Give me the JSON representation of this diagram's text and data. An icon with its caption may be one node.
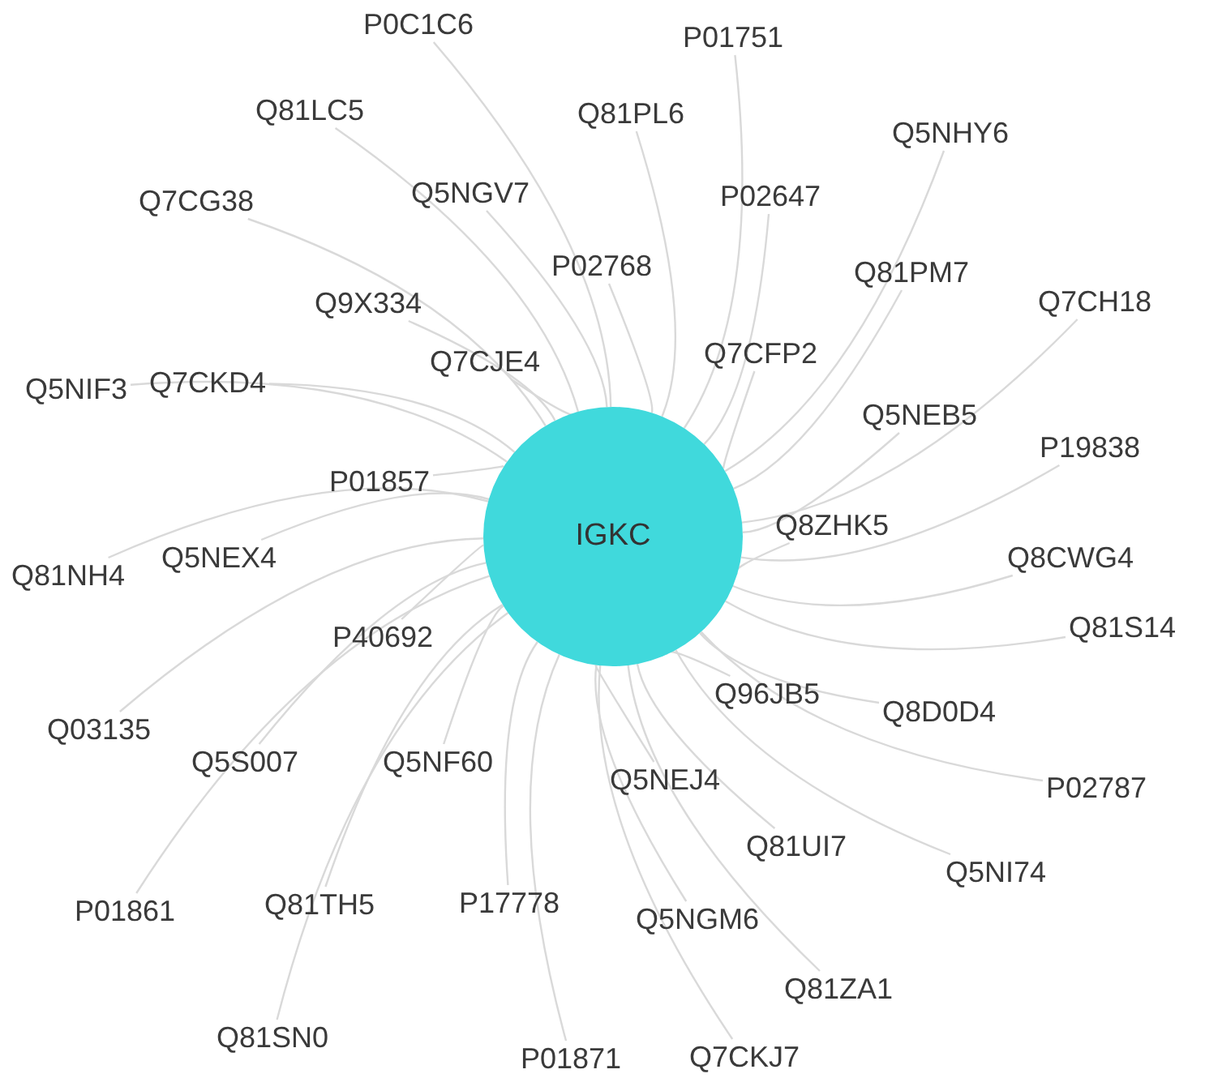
{
  "diagram": {
    "nodes": [
      {
        "text": [
          "IGKC"
        ]
      },
      {
        "text": [
          "P0C1C6"
        ]
      },
      {
        "text": [
          "P01751"
        ]
      },
      {
        "text": [
          "Q81LC5"
        ]
      },
      {
        "text": [
          "Q81PL6"
        ]
      },
      {
        "text": [
          "Q5NHY6"
        ]
      },
      {
        "text": [
          "Q7CG38"
        ]
      },
      {
        "text": [
          "Q5NGV7"
        ]
      },
      {
        "text": [
          "P02647"
        ]
      },
      {
        "text": [
          "P02768"
        ]
      },
      {
        "text": [
          "Q81PM7"
        ]
      },
      {
        "text": [
          "Q7CH18"
        ]
      },
      {
        "text": [
          "Q9X334"
        ]
      },
      {
        "text": [
          "Q7CFP2"
        ]
      },
      {
        "text": [
          "Q7CJE4"
        ]
      },
      {
        "text": [
          "Q5NIF3"
        ]
      },
      {
        "text": [
          "Q7CKD4"
        ]
      },
      {
        "text": [
          "Q5NEB5"
        ]
      },
      {
        "text": [
          "P19838"
        ]
      },
      {
        "text": [
          "P01857"
        ]
      },
      {
        "text": [
          "Q8ZHK5"
        ]
      },
      {
        "text": [
          "Q8CWG4"
        ]
      },
      {
        "text": [
          "Q5NEX4"
        ]
      },
      {
        "text": [
          "Q81NH4"
        ]
      },
      {
        "text": [
          "Q81S14"
        ]
      },
      {
        "text": [
          "P40692"
        ]
      },
      {
        "text": [
          "Q96JB5"
        ]
      },
      {
        "text": [
          "Q8D0D4"
        ]
      },
      {
        "text": [
          "Q03135"
        ]
      },
      {
        "text": [
          "Q5S007"
        ]
      },
      {
        "text": [
          "Q5NF60"
        ]
      },
      {
        "text": [
          "Q5NEJ4"
        ]
      },
      {
        "text": [
          "P02787"
        ]
      },
      {
        "text": [
          "Q81UI7"
        ]
      },
      {
        "text": [
          "Q5NI74"
        ]
      },
      {
        "text": [
          "P01861"
        ]
      },
      {
        "text": [
          "Q81TH5"
        ]
      },
      {
        "text": [
          "P17778"
        ]
      },
      {
        "text": [
          "Q5NGM6"
        ]
      },
      {
        "text": [
          "Q81ZA1"
        ]
      },
      {
        "text": [
          "Q81SN0"
        ]
      },
      {
        "text": [
          "P01871"
        ]
      },
      {
        "text": [
          "Q7CKJ7"
        ]
      }
    ],
    "edges": [
      {
        "from": 0,
        "to": 1,
        "arrow": "none"
      },
      {
        "from": 0,
        "to": 2,
        "arrow": "none"
      },
      {
        "from": 0,
        "to": 3,
        "arrow": "none"
      },
      {
        "from": 0,
        "to": 4,
        "arrow": "none"
      },
      {
        "from": 0,
        "to": 5,
        "arrow": "none"
      },
      {
        "from": 0,
        "to": 6,
        "arrow": "none"
      },
      {
        "from": 0,
        "to": 7,
        "arrow": "none"
      },
      {
        "from": 0,
        "to": 8,
        "arrow": "none"
      },
      {
        "from": 0,
        "to": 9,
        "arrow": "none"
      },
      {
        "from": 0,
        "to": 10,
        "arrow": "none"
      },
      {
        "from": 0,
        "to": 11,
        "arrow": "none"
      },
      {
        "from": 0,
        "to": 12,
        "arrow": "none"
      },
      {
        "from": 0,
        "to": 13,
        "arrow": "none"
      },
      {
        "from": 0,
        "to": 14,
        "arrow": "none"
      },
      {
        "from": 0,
        "to": 15,
        "arrow": "none"
      },
      {
        "from": 0,
        "to": 16,
        "arrow": "none"
      },
      {
        "from": 0,
        "to": 17,
        "arrow": "none"
      },
      {
        "from": 0,
        "to": 18,
        "arrow": "none"
      },
      {
        "from": 0,
        "to": 19,
        "arrow": "none"
      },
      {
        "from": 0,
        "to": 20,
        "arrow": "none"
      },
      {
        "from": 0,
        "to": 21,
        "arrow": "none"
      },
      {
        "from": 0,
        "to": 22,
        "arrow": "none"
      },
      {
        "from": 0,
        "to": 23,
        "arrow": "none"
      },
      {
        "from": 0,
        "to": 24,
        "arrow": "none"
      },
      {
        "from": 0,
        "to": 25,
        "arrow": "none"
      },
      {
        "from": 0,
        "to": 26,
        "arrow": "none"
      },
      {
        "from": 0,
        "to": 27,
        "arrow": "none"
      },
      {
        "from": 0,
        "to": 28,
        "arrow": "none"
      },
      {
        "from": 0,
        "to": 29,
        "arrow": "none"
      },
      {
        "from": 0,
        "to": 30,
        "arrow": "none"
      },
      {
        "from": 0,
        "to": 31,
        "arrow": "none"
      },
      {
        "from": 0,
        "to": 32,
        "arrow": "none"
      },
      {
        "from": 0,
        "to": 33,
        "arrow": "none"
      },
      {
        "from": 0,
        "to": 34,
        "arrow": "none"
      },
      {
        "from": 0,
        "to": 35,
        "arrow": "none"
      },
      {
        "from": 0,
        "to": 36,
        "arrow": "none"
      },
      {
        "from": 0,
        "to": 37,
        "arrow": "none"
      },
      {
        "from": 0,
        "to": 38,
        "arrow": "none"
      },
      {
        "from": 0,
        "to": 39,
        "arrow": "none"
      },
      {
        "from": 0,
        "to": 40,
        "arrow": "none"
      },
      {
        "from": 0,
        "to": 41,
        "arrow": "none"
      },
      {
        "from": 0,
        "to": 42,
        "arrow": "none"
      }
    ]
  }
}
